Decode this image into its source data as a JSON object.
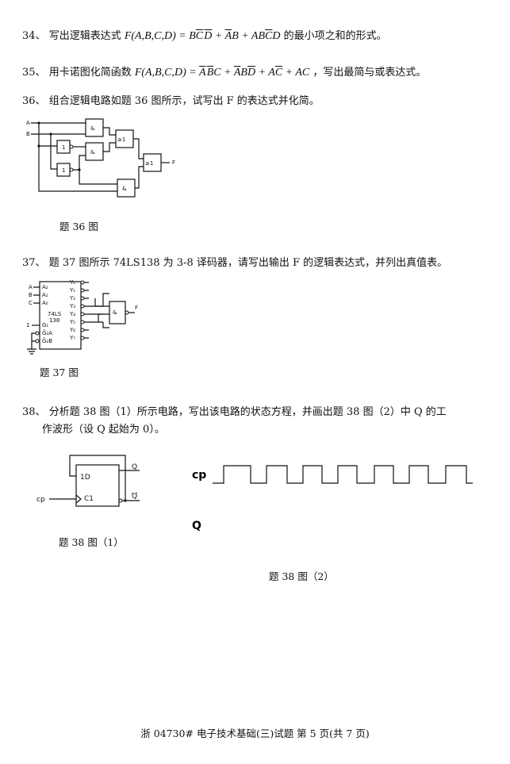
{
  "questions": {
    "q34": {
      "num": "34、",
      "text": "写出逻辑表达式",
      "suffix": "的最小项之和的形式。"
    },
    "q35": {
      "num": "35、",
      "text": "用卡诺图化简函数",
      "suffix": "，写出最简与或表达式。"
    },
    "q36": {
      "num": "36、",
      "text": "组合逻辑电路如题 36 图所示，试写出 F 的表达式并化简。"
    },
    "q37": {
      "num": "37、",
      "text": "题 37 图所示 74LS138 为 3-8 译码器，请写出输出 F 的逻辑表达式，并列出真值表。"
    },
    "q38": {
      "num": "38、",
      "line1": "分析题 38 图（1）所示电路，写出该电路的状态方程，并画出题 38 图（2）中 Q 的工",
      "line2": "作波形（设 Q 起始为 0）。"
    }
  },
  "figures": {
    "fig36": {
      "caption": "题 36 图",
      "inputs": [
        "A",
        "B"
      ],
      "output": "F",
      "gates": [
        "&",
        "1",
        "&",
        "1",
        "≥1",
        "≥1",
        "&"
      ]
    },
    "fig37": {
      "caption": "题 37 图",
      "chip_line1": "74LS",
      "chip_line2": "138",
      "inputs": [
        "A",
        "B",
        "C",
        "1"
      ],
      "pins_in": [
        "A₂",
        "A₁",
        "A₀",
        "G₁",
        "Ḡ₂A",
        "Ḡ₂B"
      ],
      "pins_out": [
        "Y₀",
        "Y₁",
        "Y₂",
        "Y₃",
        "Y₄",
        "Y₅",
        "Y₆",
        "Y₇"
      ],
      "gate": "&",
      "output": "F"
    },
    "fig38_1": {
      "caption": "题 38 图（1）",
      "pin_d": "1D",
      "pin_c": "C1",
      "clock": "cp",
      "q": "Q",
      "qbar": "Q"
    },
    "fig38_2": {
      "caption": "题 38 图（2）",
      "cp": "cp",
      "q": "Q"
    }
  },
  "footer": "浙 04730# 电子技术基础(三)试题 第 5 页(共 7 页)"
}
